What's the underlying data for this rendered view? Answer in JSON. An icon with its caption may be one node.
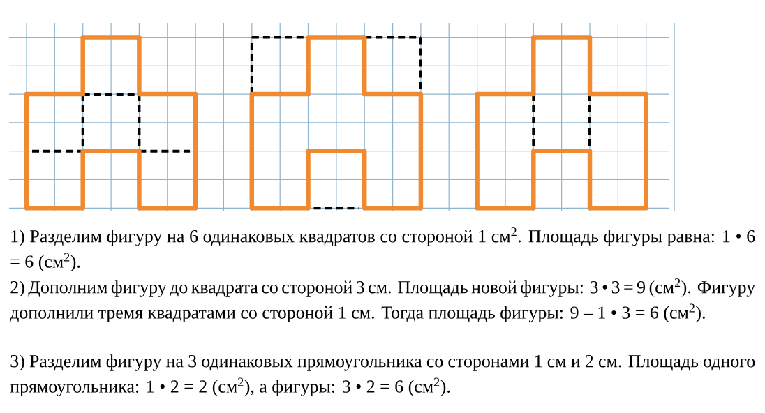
{
  "diagram": {
    "labels": [
      "1) Разделим фигуру на 6 одинаковых квадратов со стороной 1 см$^{2}$. Площадь фигуры равна: 1 • 6 = 6 (см$^{2}$).",
      "2) Дополним фигуру до квадрата со стороной 3 см. Площадь новой фигуры: 3 • 3 = 9 (см$^{2}$). Фигуру дополнили тремя квадратами со стороной 1 см. Тогда площадь фигуры: 9 – 1 • 3 = 6 (см$^{2}$).",
      "3) Разделим фигуру на 3 одинаковых прямоугольника со сторонами 1 см и 2 см. Площадь одного прямоугольника: 1 • 2 = 2 (см$^{2}$), а фигуры: 3 • 2 = 6 (см$^{2}$)."
    ]
  }
}
